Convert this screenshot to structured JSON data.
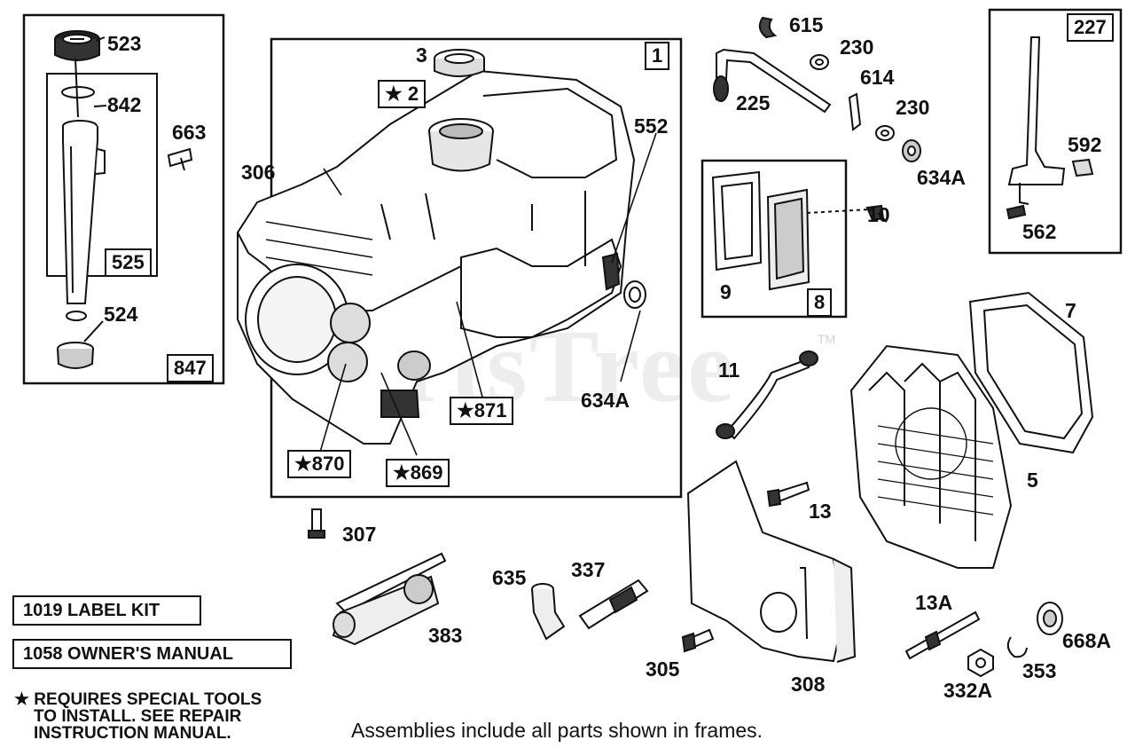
{
  "watermark": {
    "text": "PartsTree",
    "tm": "TM"
  },
  "frames": {
    "f847": "847",
    "f525": "525",
    "f1": "1",
    "f8": "8",
    "f227": "227"
  },
  "starred": {
    "s2": "★ 2",
    "s871": "★871",
    "s870": "★870",
    "s869": "★869"
  },
  "parts": {
    "p523": "523",
    "p842": "842",
    "p663": "663",
    "p524": "524",
    "p306": "306",
    "p3": "3",
    "p552": "552",
    "p634a_1": "634A",
    "p615": "615",
    "p230_1": "230",
    "p614": "614",
    "p225": "225",
    "p230_2": "230",
    "p634a_2": "634A",
    "p10": "10",
    "p9": "9",
    "p592": "592",
    "p562": "562",
    "p7": "7",
    "p11": "11",
    "p5": "5",
    "p13": "13",
    "p307": "307",
    "p635": "635",
    "p337": "337",
    "p383": "383",
    "p305": "305",
    "p308": "308",
    "p13a": "13A",
    "p668a": "668A",
    "p353": "353",
    "p332a": "332A"
  },
  "kits": {
    "label_kit": "1019 LABEL KIT",
    "owners_manual": "1058 OWNER'S MANUAL"
  },
  "note": {
    "line1": "★ REQUIRES SPECIAL TOOLS",
    "line2": "TO INSTALL.  SEE REPAIR",
    "line3": "INSTRUCTION MANUAL."
  },
  "caption": "Assemblies include all parts shown in frames."
}
